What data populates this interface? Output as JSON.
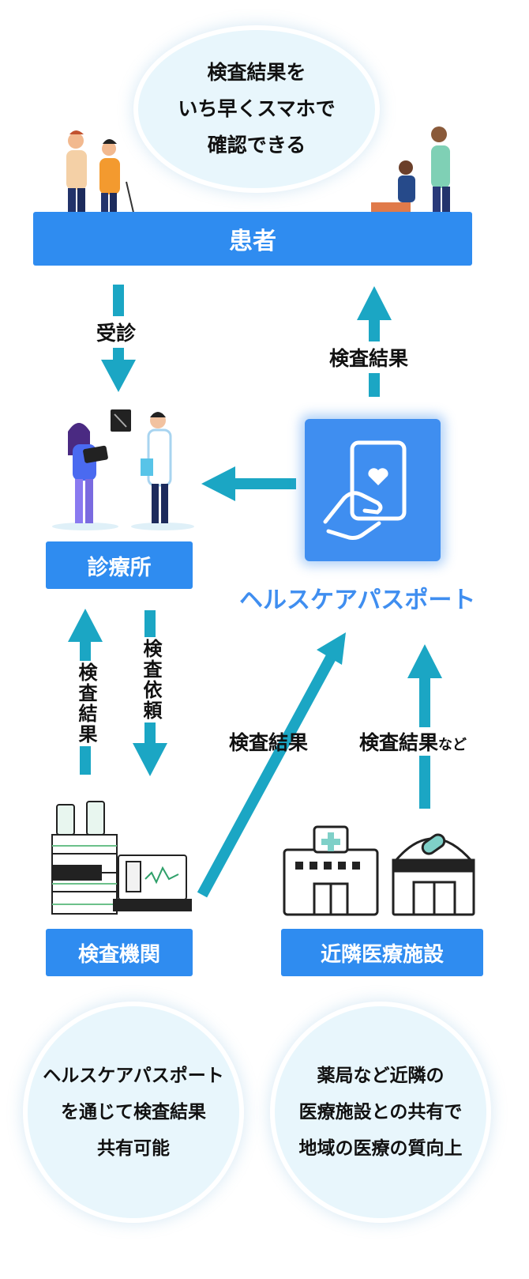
{
  "top_bubble": {
    "lines": [
      "検査結果を",
      "いち早くスマホで",
      "確認できる"
    ]
  },
  "patient_bar": {
    "label": "患者"
  },
  "clinic_bar": {
    "label": "診療所"
  },
  "lab_bar": {
    "label": "検査機関"
  },
  "nearby_bar": {
    "label": "近隣医療施設"
  },
  "passport": {
    "title": "ヘルスケアパスポート"
  },
  "arrows": {
    "visit": "受診",
    "result_to_patient": "検査結果",
    "result_to_clinic": "検査結果",
    "test_request": "検査依頼",
    "lab_to_passport": "検査結果",
    "nearby_to_passport": "検査結果",
    "nearby_suffix": "など"
  },
  "bottom_left_bubble": {
    "lines": [
      "ヘルスケアパスポート",
      "を通じて検査結果",
      "共有可能"
    ]
  },
  "bottom_right_bubble": {
    "lines": [
      "薬局など近隣の",
      "医療施設との共有で",
      "地域の医療の質向上"
    ]
  },
  "colors": {
    "primary": "#2f8cf0",
    "arrow": "#1ba6c4",
    "passport_text": "#3f8ef0",
    "bubble": "#e8f6fc"
  },
  "icons": [
    "walking-couple-illustration",
    "wheelchair-illustration",
    "doctor-patient-xray-illustration",
    "card-hand-heart-icon",
    "lab-analyzer-illustration",
    "hospital-icon",
    "pharmacy-icon"
  ]
}
